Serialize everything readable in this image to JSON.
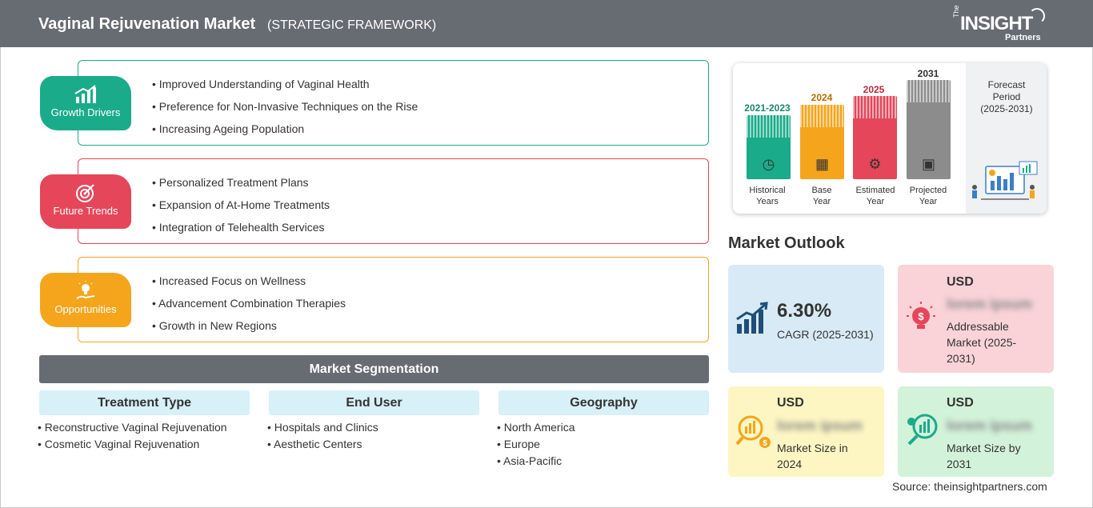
{
  "header": {
    "title": "Vaginal Rejuvenation Market",
    "subtitle": "(STRATEGIC FRAMEWORK)",
    "logo": {
      "the": "The",
      "name": "INSIGHT",
      "partners": "Partners"
    }
  },
  "growth_drivers": {
    "label": "Growth Drivers",
    "color": "#1aab8a",
    "items": [
      "Improved Understanding of Vaginal Health",
      "Preference for Non-Invasive Techniques on the Rise",
      "Increasing Ageing Population"
    ]
  },
  "future_trends": {
    "label": "Future Trends",
    "color": "#e5465a",
    "items": [
      "Personalized Treatment Plans",
      "Expansion of At-Home Treatments",
      "Integration of Telehealth Services"
    ]
  },
  "opportunities": {
    "label": "Opportunities",
    "color": "#f5a51c",
    "items": [
      "Increased Focus on Wellness",
      "Advancement Combination Therapies",
      "Growth in New Regions"
    ]
  },
  "segmentation": {
    "title": "Market Segmentation",
    "columns": [
      {
        "heading": "Treatment Type",
        "items": [
          "Reconstructive Vaginal Rejuvenation",
          "Cosmetic Vaginal Rejuvenation"
        ]
      },
      {
        "heading": "End User",
        "items": [
          "Hospitals and Clinics",
          "Aesthetic Centers"
        ]
      },
      {
        "heading": "Geography",
        "items": [
          "North America",
          "Europe",
          "Asia-Pacific"
        ]
      }
    ]
  },
  "timeline": {
    "bars": [
      {
        "year": "2021-2023",
        "label1": "Historical",
        "label2": "Years",
        "color": "#1aab8a",
        "text_color": "#1a8a6a",
        "icon": "clock-icon"
      },
      {
        "year": "2024",
        "label1": "Base",
        "label2": "Year",
        "color": "#f5a51c",
        "text_color": "#b36f00",
        "icon": "calendar-icon"
      },
      {
        "year": "2025",
        "label1": "Estimated",
        "label2": "Year",
        "color": "#e5465a",
        "text_color": "#c0283c",
        "icon": "gear-chart-icon"
      },
      {
        "year": "2031",
        "label1": "Projected",
        "label2": "Year",
        "color": "#8c8c8c",
        "text_color": "#333333",
        "icon": "presentation-icon"
      }
    ],
    "forecast": {
      "line1": "Forecast",
      "line2": "Period",
      "line3": "(2025-2031)"
    }
  },
  "outlook": {
    "title": "Market Outlook",
    "cagr": {
      "value": "6.30%",
      "label": "CAGR (2025-2031)",
      "bg": "#d8eaf5"
    },
    "addressable": {
      "currency": "USD",
      "value": "lorem ipsum",
      "label1": "Addressable",
      "label2": "Market (2025-",
      "label3": "2031)",
      "bg": "#f9d3d8"
    },
    "size2024": {
      "currency": "USD",
      "value": "lorem ipsum",
      "label1": "Market Size in",
      "label2": "2024",
      "bg": "#fdf6c3"
    },
    "size2031": {
      "currency": "USD",
      "value": "lorem ipsum",
      "label1": "Market Size by",
      "label2": "2031",
      "bg": "#d3f2da"
    }
  },
  "source": "Source: theinsightpartners.com"
}
